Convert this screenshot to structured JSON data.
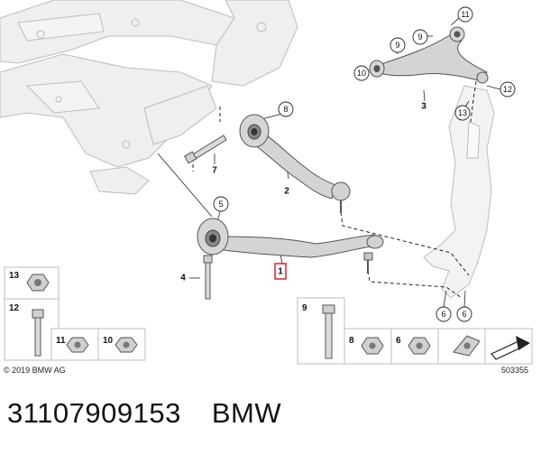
{
  "callouts": {
    "c1": "1",
    "c2": "2",
    "c3": "3",
    "c4": "4",
    "c5": "5",
    "c6a": "6",
    "c6b": "6",
    "c7": "7",
    "c8": "8",
    "c9a": "9",
    "c9b": "9",
    "c10a": "10",
    "c10b": "10",
    "c11a": "11",
    "c11b": "11",
    "c12a": "12",
    "c12b": "12",
    "c13a": "13",
    "c13b": "13",
    "c8box": "8",
    "c6box": "6"
  },
  "copyright": "© 2019 BMW AG",
  "image_id": "503355",
  "footer": {
    "part_number": "31107909153",
    "brand": "BMW"
  },
  "colors": {
    "part_fill": "#d9d9d9",
    "part_stroke": "#555555",
    "frame_fill": "#eeeeee",
    "frame_stroke": "#bdbdbd",
    "highlight": "#e0202a"
  }
}
